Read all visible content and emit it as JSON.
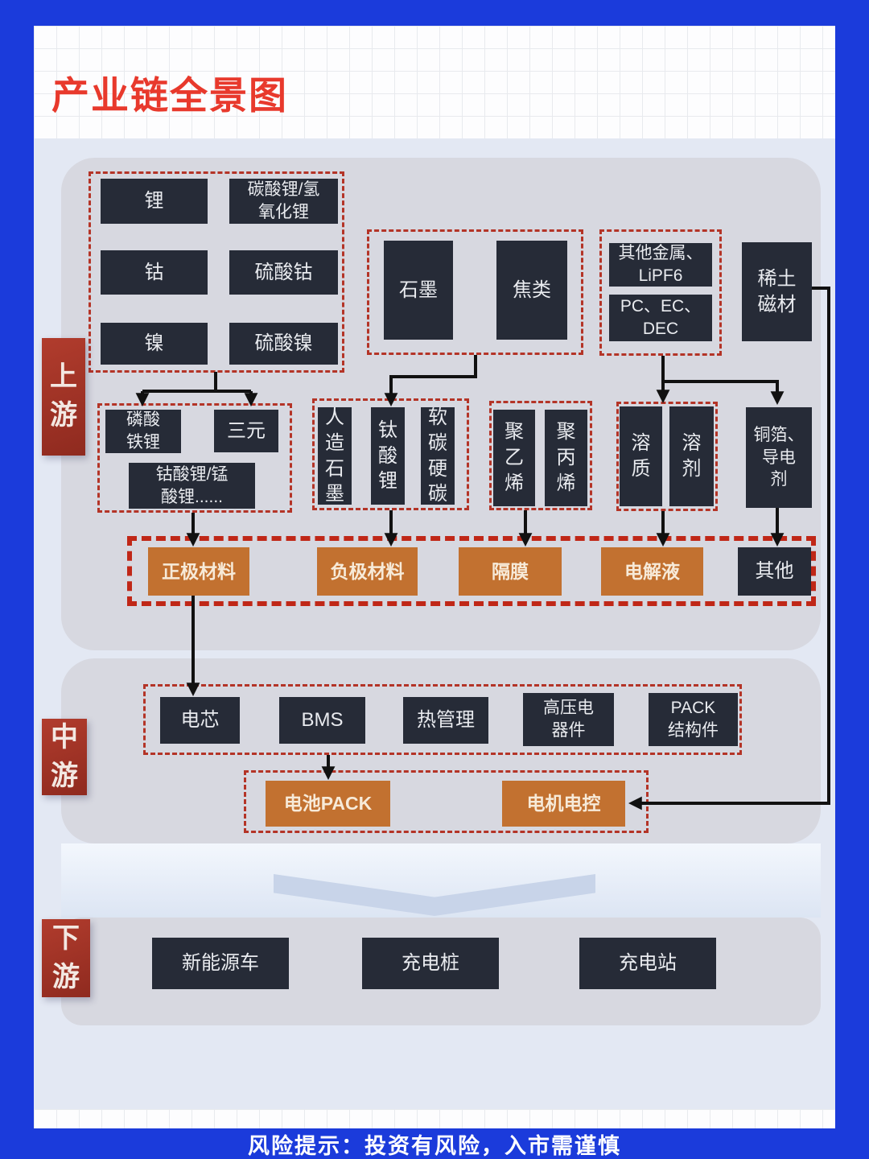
{
  "title": "产业链全景图",
  "footer": "风险提示：投资有风险，入市需谨慎",
  "upstream": {
    "label": "上游",
    "ores": {
      "lithium": "锂",
      "lithium_salt": "碳酸锂/氢\n氧化锂",
      "cobalt": "钴",
      "cobalt_salt": "硫酸钴",
      "nickel": "镍",
      "nickel_salt": "硫酸镍"
    },
    "carbon": {
      "graphite": "石墨",
      "coke": "焦类"
    },
    "electrolyte_raw": {
      "other_metals": "其他金属、\nLiPF6",
      "solvent_chems": "PC、EC、\nDEC"
    },
    "rare_earth": "稀土\n磁材",
    "cathode_types": {
      "lfp": "磷酸\n铁锂",
      "ternary": "三元",
      "lco_lmo": "钴酸锂/锰\n酸锂......"
    },
    "anode_types": {
      "artificial_graphite": "人造石墨",
      "lithium_titanate": "钛酸锂",
      "soft_hard_carbon": "软碳硬碳"
    },
    "separator_raw": {
      "pe": "聚乙烯",
      "pp": "聚丙烯"
    },
    "electrolyte_parts": {
      "solute": "溶质",
      "solvent": "溶剂"
    },
    "copper_foil": "铜箔、\n导电\n剂",
    "materials": {
      "cathode": "正极材料",
      "anode": "负极材料",
      "separator": "隔膜",
      "electrolyte": "电解液",
      "other": "其他"
    }
  },
  "midstream": {
    "label": "中游",
    "components": {
      "cell": "电芯",
      "bms": "BMS",
      "thermal": "热管理",
      "hv_parts": "高压电\n器件",
      "pack_parts": "PACK\n结构件"
    },
    "assembly": {
      "battery_pack": "电池PACK",
      "motor_control": "电机电控"
    }
  },
  "downstream": {
    "label": "下游",
    "applications": {
      "nev": "新能源车",
      "charging_pile": "充电桩",
      "charging_station": "充电站"
    }
  },
  "colors": {
    "frame_blue": "#1b3bdb",
    "title_red": "#e8392c",
    "box_dark": "#262b37",
    "box_orange": "#c27130",
    "stage_red": "#a6352a",
    "dashed_red": "#b43427",
    "panel_gray": "#d7d8e0"
  }
}
